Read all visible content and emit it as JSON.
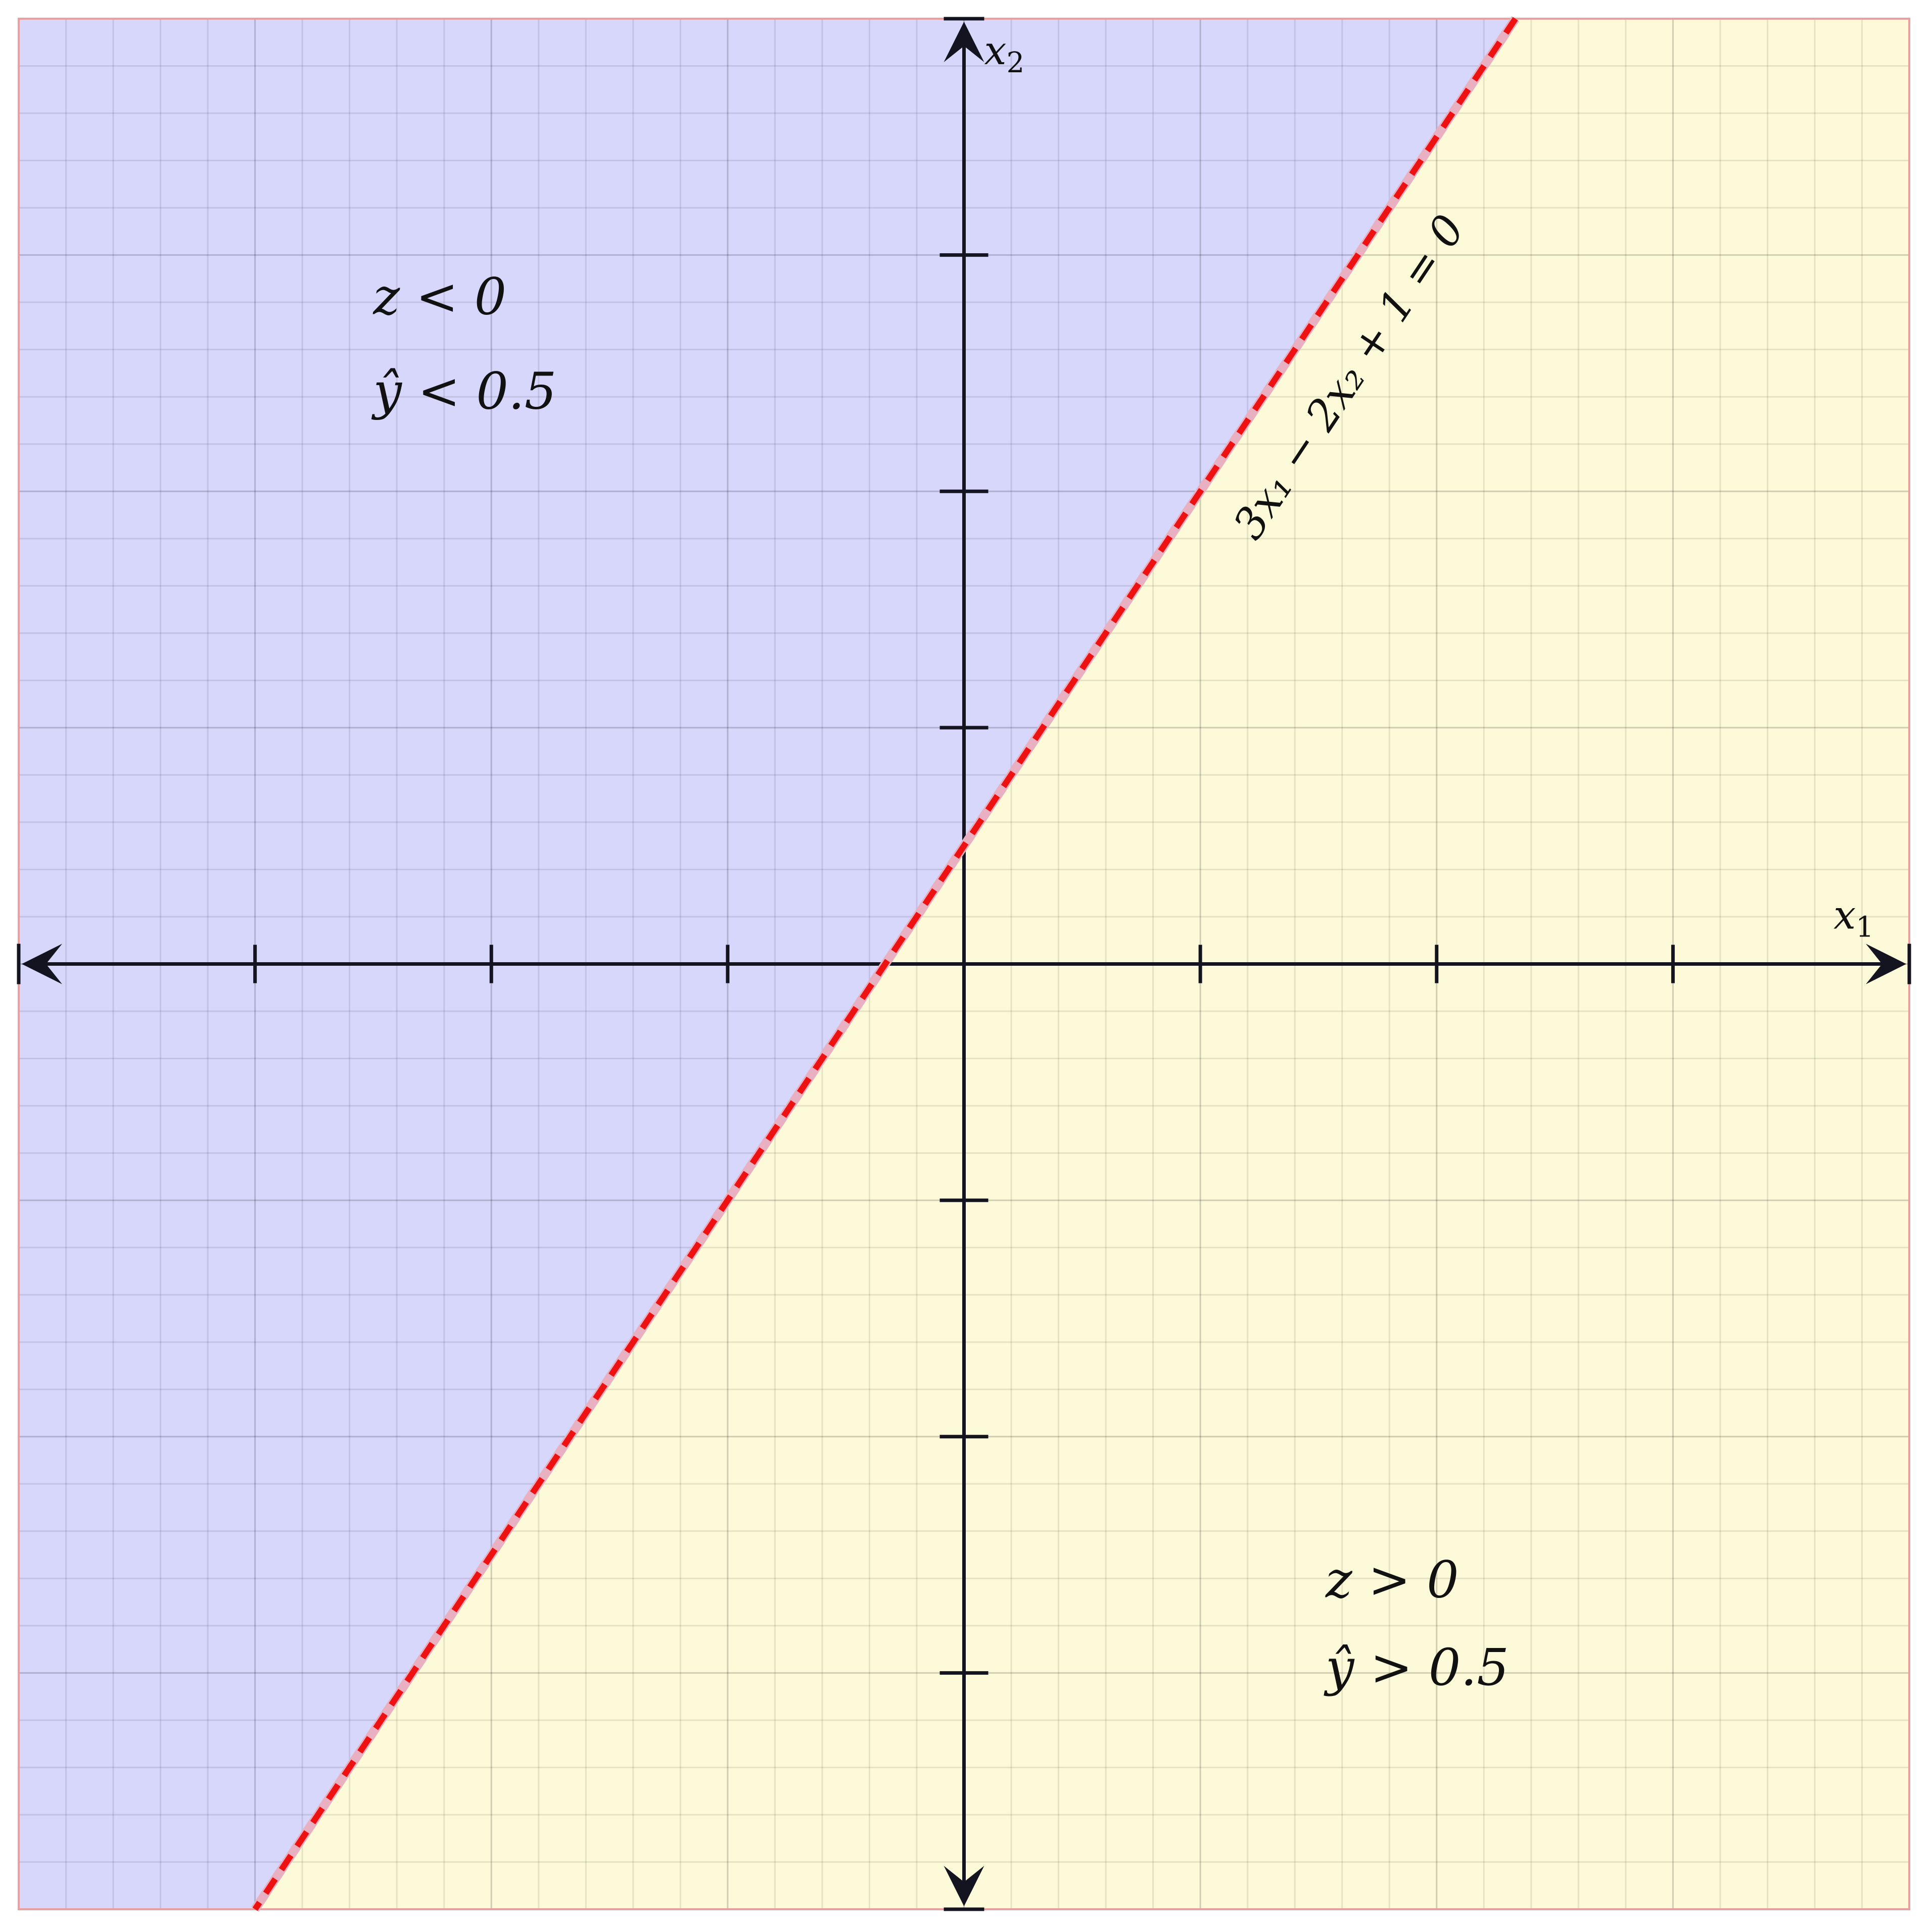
{
  "chart_data": {
    "type": "diagram",
    "xlim": [
      -4,
      4
    ],
    "ylim": [
      -4,
      4
    ],
    "grid": {
      "major": 1,
      "minor": 0.2,
      "on": true
    },
    "boundary": {
      "slope": 1.5,
      "intercept": 0.5,
      "style": "dashed",
      "color": "#ee1111"
    },
    "regions": {
      "upper_left": {
        "color": "#d7d6fb",
        "lines": [
          "z < 0",
          "ŷ < 0.5"
        ]
      },
      "lower_right": {
        "color": "#fdfad9",
        "lines": [
          "z > 0",
          "ŷ > 0.5"
        ]
      }
    },
    "axes": {
      "x_label": "x",
      "x_sub": "1",
      "y_label": "x",
      "y_sub": "2"
    },
    "equation_label": "3x₁ − 2x₂ + 1 = 0"
  }
}
